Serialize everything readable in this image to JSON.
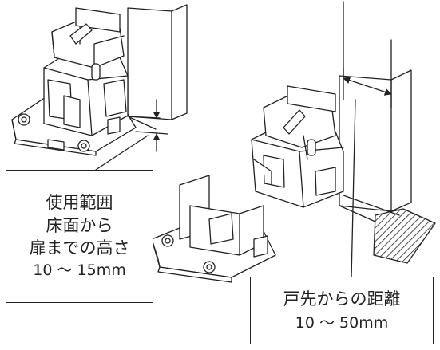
{
  "label_height": {
    "line1": "使用範囲",
    "line2": "床面から",
    "line3": "扉までの高さ",
    "value": "10 ～ 15mm"
  },
  "label_gap": {
    "line1": "戸先からの距離",
    "value": "10 ～ 50mm"
  },
  "colors": {
    "line": "#222222",
    "background": "#ffffff"
  }
}
